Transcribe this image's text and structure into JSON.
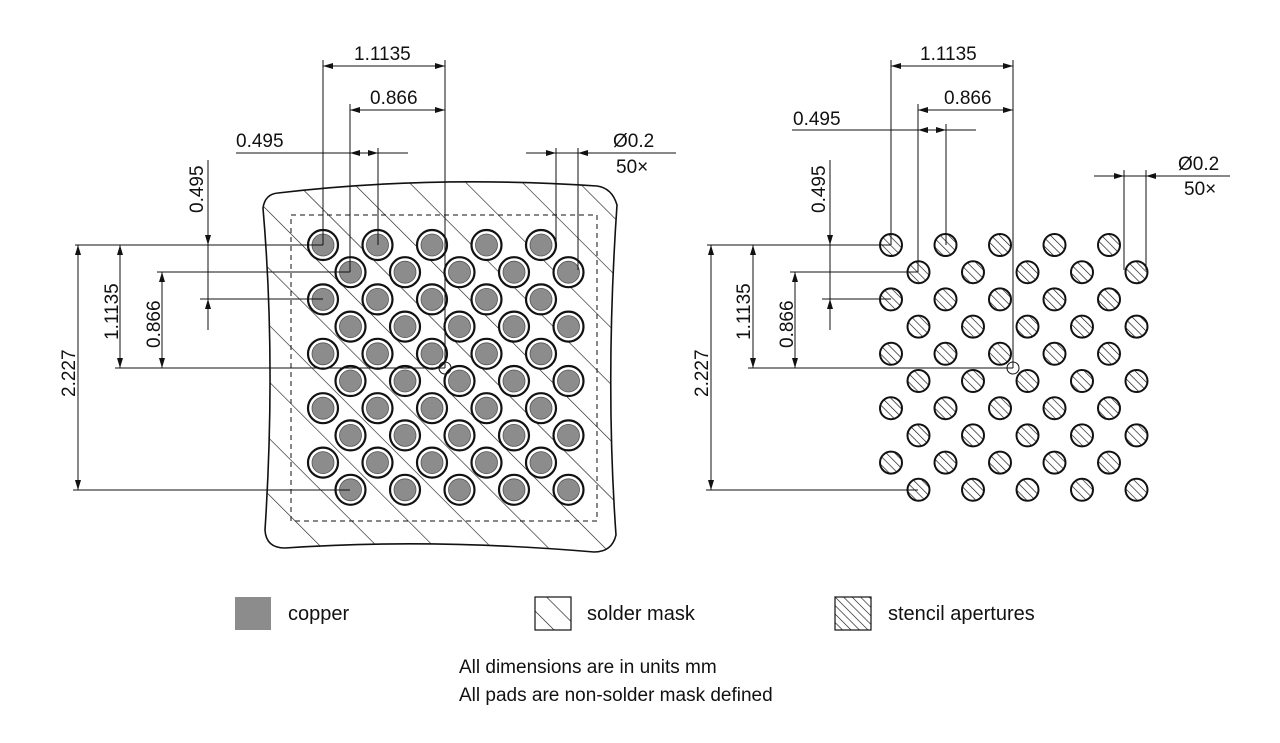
{
  "dimensions": {
    "pitch_row_diagonal": "1.1135",
    "pitch_x": "0.866",
    "offset_x": "0.495",
    "offset_y": "0.495",
    "row_pitch_v": "1.1135",
    "col_pitch_v": "0.866",
    "total_height": "2.227",
    "diameter": "Ø0.2",
    "count": "50×"
  },
  "legend": [
    {
      "key": "copper",
      "label": "copper"
    },
    {
      "key": "solder-mask",
      "label": "solder mask"
    },
    {
      "key": "stencil",
      "label": "stencil apertures"
    }
  ],
  "notes": [
    "All dimensions are in units mm",
    "All pads are non-solder mask defined"
  ],
  "colors": {
    "copper": "#8c8c8c",
    "line": "#111111"
  }
}
